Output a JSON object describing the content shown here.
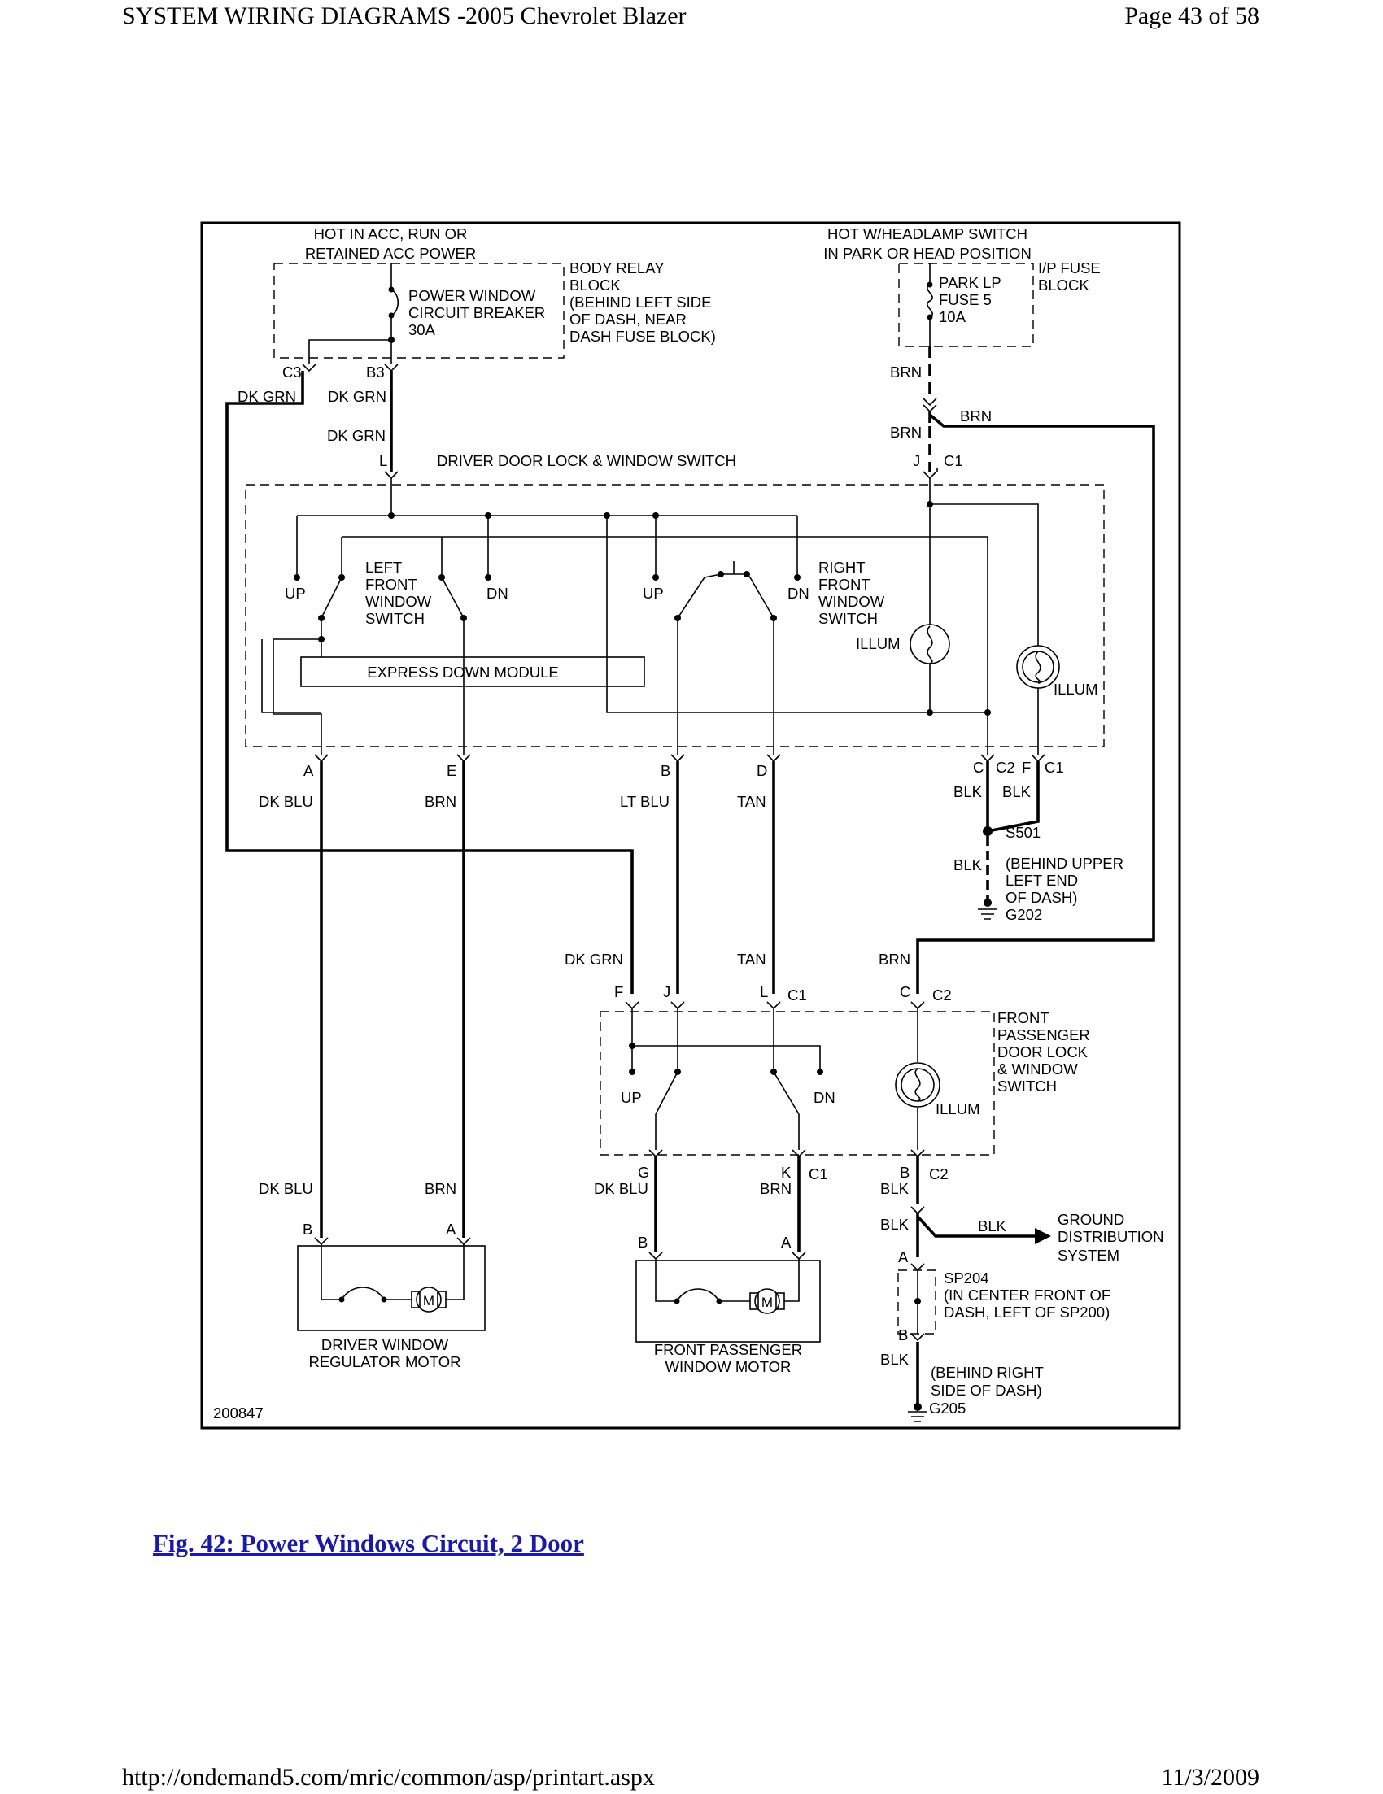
{
  "page": {
    "header_left": "SYSTEM WIRING DIAGRAMS -2005 Chevrolet Blazer",
    "header_right": "Page 43 of 58",
    "footer_left": "http://ondemand5.com/mric/common/asp/printart.aspx",
    "footer_right": "11/3/2009",
    "caption": "Fig. 42: Power Windows Circuit, 2 Door"
  },
  "diagram": {
    "id": "200847",
    "power_in": [
      "HOT IN ACC, RUN OR",
      "RETAINED ACC POWER"
    ],
    "headlamp_in": [
      "HOT W/HEADLAMP SWITCH",
      "IN PARK OR HEAD POSITION"
    ],
    "breaker": [
      "POWER WINDOW",
      "CIRCUIT BREAKER",
      "30A"
    ],
    "body_relay_block": [
      "BODY RELAY",
      "BLOCK",
      "(BEHIND LEFT SIDE",
      "OF DASH, NEAR",
      "DASH FUSE BLOCK)"
    ],
    "fuse": [
      "PARK LP",
      "FUSE 5",
      "10A"
    ],
    "ip_fuse_block": [
      "I/P FUSE",
      "BLOCK"
    ],
    "driver_switch_title": "DRIVER DOOR LOCK & WINDOW SWITCH",
    "left_switch": [
      "LEFT",
      "FRONT",
      "WINDOW",
      "SWITCH"
    ],
    "right_switch": [
      "RIGHT",
      "FRONT",
      "WINDOW",
      "SWITCH"
    ],
    "express_module": "EXPRESS DOWN MODULE",
    "illum": "ILLUM",
    "up": "UP",
    "dn": "DN",
    "pass_switch": [
      "FRONT",
      "PASSENGER",
      "DOOR LOCK",
      "& WINDOW",
      "SWITCH"
    ],
    "s501": "S501",
    "g202_loc": [
      "(BEHIND UPPER",
      "LEFT END",
      "OF DASH)"
    ],
    "g202": "G202",
    "ground_dist": [
      "GROUND",
      "DISTRIBUTION",
      "SYSTEM"
    ],
    "sp204": [
      "SP204",
      "(IN CENTER FRONT OF",
      "DASH, LEFT OF SP200)"
    ],
    "g205_loc": [
      "(BEHIND RIGHT",
      "SIDE OF DASH)"
    ],
    "g205": "G205",
    "driver_motor": [
      "DRIVER WINDOW",
      "REGULATOR MOTOR"
    ],
    "pass_motor": [
      "FRONT PASSENGER",
      "WINDOW MOTOR"
    ],
    "motor_symbol": "M",
    "wires": {
      "dk_grn": "DK GRN",
      "brn": "BRN",
      "dk_blu": "DK BLU",
      "lt_blu": "LT BLU",
      "tan": "TAN",
      "blk": "BLK"
    },
    "pins": {
      "c3": "C3",
      "b3": "B3",
      "l": "L",
      "j": "J",
      "c1": "C1",
      "c2": "C2",
      "a": "A",
      "e": "E",
      "b": "B",
      "d": "D",
      "c": "C",
      "f": "F",
      "g": "G",
      "k": "K"
    }
  }
}
